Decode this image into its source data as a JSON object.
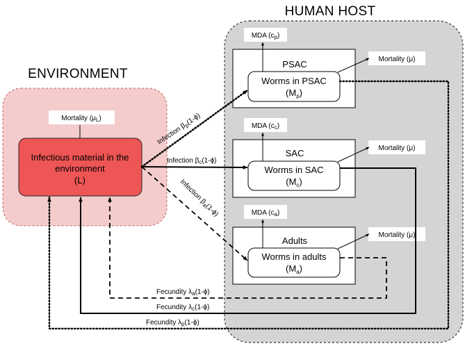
{
  "regions": {
    "environment": "ENVIRONMENT",
    "human_host": "HUMAN HOST"
  },
  "environment": {
    "reservoir_line1": "Infectious material in the",
    "reservoir_line2": "environment",
    "reservoir_symbol": "(L)",
    "mortality": "Mortality",
    "mortality_sym": "(μ",
    "mortality_sub": "L",
    "mortality_close": ")"
  },
  "groups": [
    {
      "key": "psac",
      "title": "PSAC",
      "worms_line1": "Worms in PSAC",
      "worms_sym": "(M",
      "worms_sub": "p",
      "worms_close": ")",
      "mda": "MDA (c",
      "mda_sub": "p",
      "mda_close": ")",
      "mortality": "Mortality (μ)"
    },
    {
      "key": "sac",
      "title": "SAC",
      "worms_line1": "Worms in SAC",
      "worms_sym": "(M",
      "worms_sub": "c",
      "worms_close": ")",
      "mda": "MDA (c",
      "mda_sub": "c",
      "mda_close": ")",
      "mortality": "Mortality (μ)"
    },
    {
      "key": "adults",
      "title": "Adults",
      "worms_line1": "Worms in adults",
      "worms_sym": "(M",
      "worms_sub": "a",
      "worms_close": ")",
      "mda": "MDA (c",
      "mda_sub": "a",
      "mda_close": ")",
      "mortality": "Mortality (μ)"
    }
  ],
  "infection": [
    {
      "text": "Infection β",
      "sub": "p",
      "tail": "(1-ϕ)"
    },
    {
      "text": "Infection β",
      "sub": "c",
      "tail": "(1-ϕ)"
    },
    {
      "text": "Infection β",
      "sub": "a",
      "tail": "(1-ϕ)"
    }
  ],
  "fecundity": [
    {
      "text": "Fecundity λ",
      "sub": "a",
      "tail": "(1-ϕ)"
    },
    {
      "text": "Fecundity λ",
      "sub": "c",
      "tail": "(1-ϕ)"
    },
    {
      "text": "Fecundity λ",
      "sub": "p",
      "tail": "(1-ϕ)"
    }
  ]
}
